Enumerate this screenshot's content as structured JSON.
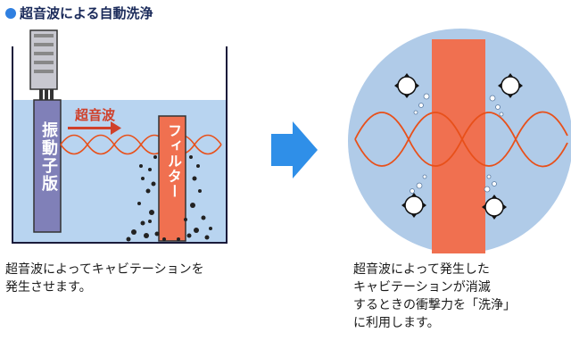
{
  "title": "超音波による自動洗浄",
  "left_panel": {
    "vibrator_label": "振動子版",
    "wave_label": "超音波",
    "filter_label": "フィルター"
  },
  "captions": {
    "left": [
      "超音波によってキャビテーションを",
      "発生させます。"
    ],
    "right": [
      "超音波によって発生した",
      "キャビテーションが消滅",
      "するときの衝撃力を「洗浄」",
      "に利用します。"
    ]
  },
  "colors": {
    "water": "#b8d4f0",
    "filter": "#f07050",
    "wave": "#e8501a",
    "arrow": "#2f8fe8",
    "vibrator": "#8080b8",
    "circle": "#b0cbe8"
  },
  "icons": [
    "bullet-icon",
    "right-arrow-icon",
    "cavitation-bubble-icon"
  ]
}
